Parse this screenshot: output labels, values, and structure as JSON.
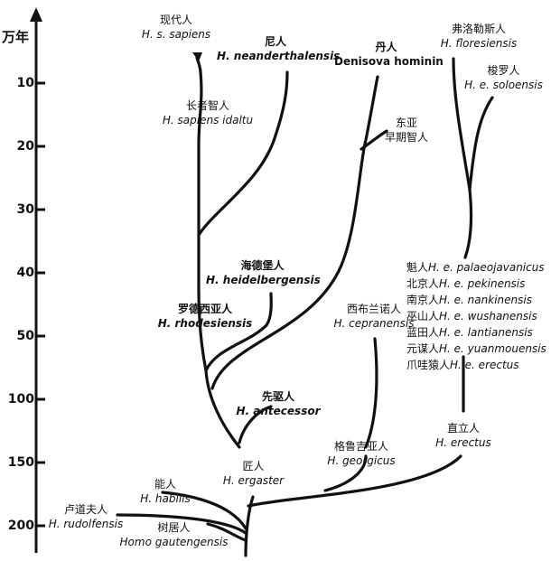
{
  "axis": {
    "unit": "万年",
    "ticks": [
      "10",
      "20",
      "30",
      "40",
      "50",
      "100",
      "150",
      "200"
    ]
  },
  "labels": {
    "sapiens": {
      "zh": "现代人",
      "la": "H. s. sapiens"
    },
    "neanderthal": {
      "zh": "尼人",
      "la": "H. neanderthalensis"
    },
    "denisova": {
      "zh": "丹人",
      "la": "Denisova hominin"
    },
    "floresiensis": {
      "zh": "弗洛勒斯人",
      "la": "H. floresiensis"
    },
    "soloensis": {
      "zh": "梭罗人",
      "la": "H. e. soloensis"
    },
    "idaltu": {
      "zh": "长者智人",
      "la": "H. sapiens idaltu"
    },
    "east_asia": {
      "zh1": "东亚",
      "zh2": "早期智人"
    },
    "heidelbergensis": {
      "zh": "海德堡人",
      "la": "H. heidelbergensis"
    },
    "rhodesiensis": {
      "zh": "罗德西亚人",
      "la": "H. rhodesiensis"
    },
    "cepranensis": {
      "zh": "西布兰诺人",
      "la": "H. cepranensis"
    },
    "antecessor": {
      "zh": "先驱人",
      "la": "H. antecessor"
    },
    "erectus": {
      "zh": "直立人",
      "la": "H. erectus"
    },
    "georgicus": {
      "zh": "格鲁吉亚人",
      "la": "H. georgicus"
    },
    "ergaster": {
      "zh": "匠人",
      "la": "H. ergaster"
    },
    "habilis": {
      "zh": "能人",
      "la": "H. habilis"
    },
    "rudolfensis": {
      "zh": "卢道夫人",
      "la": "H. rudolfensis"
    },
    "gautengensis": {
      "zh": "树居人",
      "la": "Homo gautengensis"
    }
  },
  "erectus_subspecies": [
    {
      "zh": "魁人",
      "la": "H. e. palaeojavanicus"
    },
    {
      "zh": "北京人",
      "la": "H. e. pekinensis"
    },
    {
      "zh": "南京人",
      "la": "H. e. nankinensis"
    },
    {
      "zh": "巫山人",
      "la": "H. e. wushanensis"
    },
    {
      "zh": "蓝田人",
      "la": "H. e. lantianensis"
    },
    {
      "zh": "元谋人",
      "la": "H. e. yuanmouensis"
    },
    {
      "zh": "爪哇猿人",
      "la": "H. e. erectus"
    }
  ]
}
